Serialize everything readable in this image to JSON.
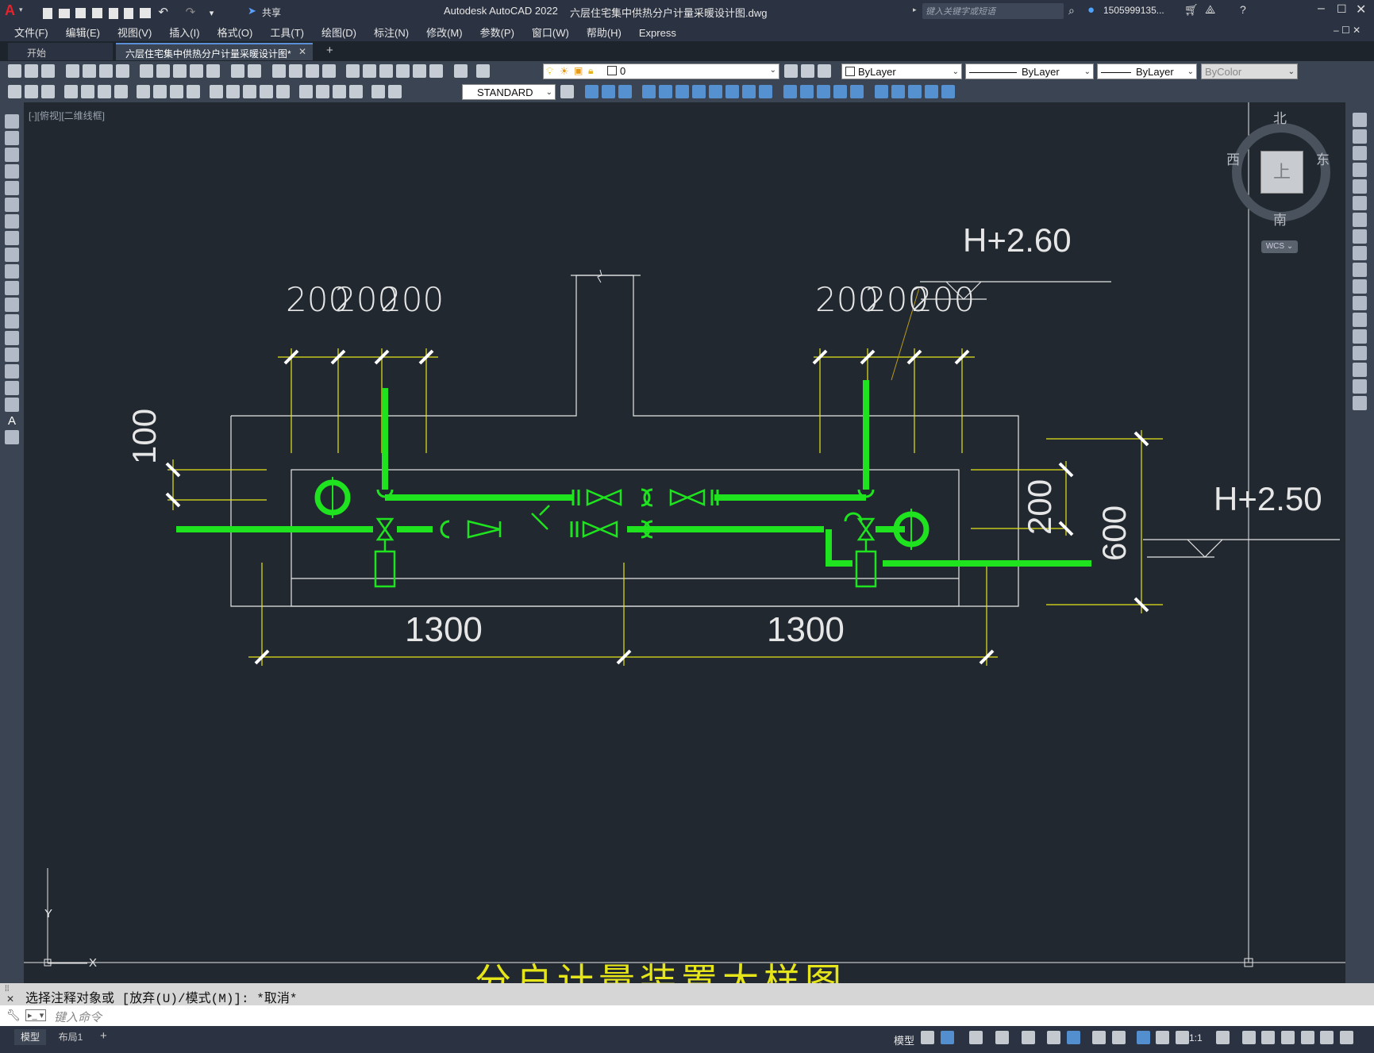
{
  "app": {
    "title": "Autodesk AutoCAD 2022",
    "filename": "六层住宅集中供热分户计量采暖设计图.dwg",
    "search_placeholder": "键入关键字或短语",
    "user": "1505999135...",
    "share_label": "共享",
    "logo": "A"
  },
  "menu": [
    "文件(F)",
    "编辑(E)",
    "视图(V)",
    "插入(I)",
    "格式(O)",
    "工具(T)",
    "绘图(D)",
    "标注(N)",
    "修改(M)",
    "参数(P)",
    "窗口(W)",
    "帮助(H)",
    "Express"
  ],
  "tabs": {
    "start": "开始",
    "doc": "六层住宅集中供热分户计量采暖设计图*",
    "add": "+"
  },
  "toolbar": {
    "layer_value": "0",
    "color": "ByLayer",
    "linetype": "ByLayer",
    "lineweight": "ByLayer",
    "plotstyle": "ByColor",
    "textstyle": "STANDARD"
  },
  "viewport": {
    "label": "[-][俯视][二维线框]",
    "viewcube": {
      "north": "北",
      "south": "南",
      "east": "东",
      "west": "西",
      "top": "上",
      "wcs": "WCS"
    },
    "ucs_x": "X",
    "ucs_y": "Y"
  },
  "drawing": {
    "dims_top_left": [
      "200",
      "200",
      "200"
    ],
    "dims_top_right": [
      "200",
      "200",
      "200"
    ],
    "dim_left": "100",
    "dim_right_inner": "200",
    "dim_right_outer": "600",
    "dims_bottom": [
      "1300",
      "1300"
    ],
    "elev_top": "H+2.60",
    "elev_right": "H+2.50",
    "caption": "分户计量装置大样图"
  },
  "command": {
    "history": "选择注释对象或 [放弃(U)/模式(M)]: *取消*",
    "placeholder": "键入命令"
  },
  "status": {
    "layout_tabs": [
      "模型",
      "布局1"
    ],
    "add": "+",
    "model_label": "模型",
    "scale": "1:1"
  },
  "colors": {
    "accent_red": "#e8222a",
    "pipe_green": "#1ee31e",
    "dim_yellow": "#e5e51a",
    "canvas_bg": "#212830"
  }
}
